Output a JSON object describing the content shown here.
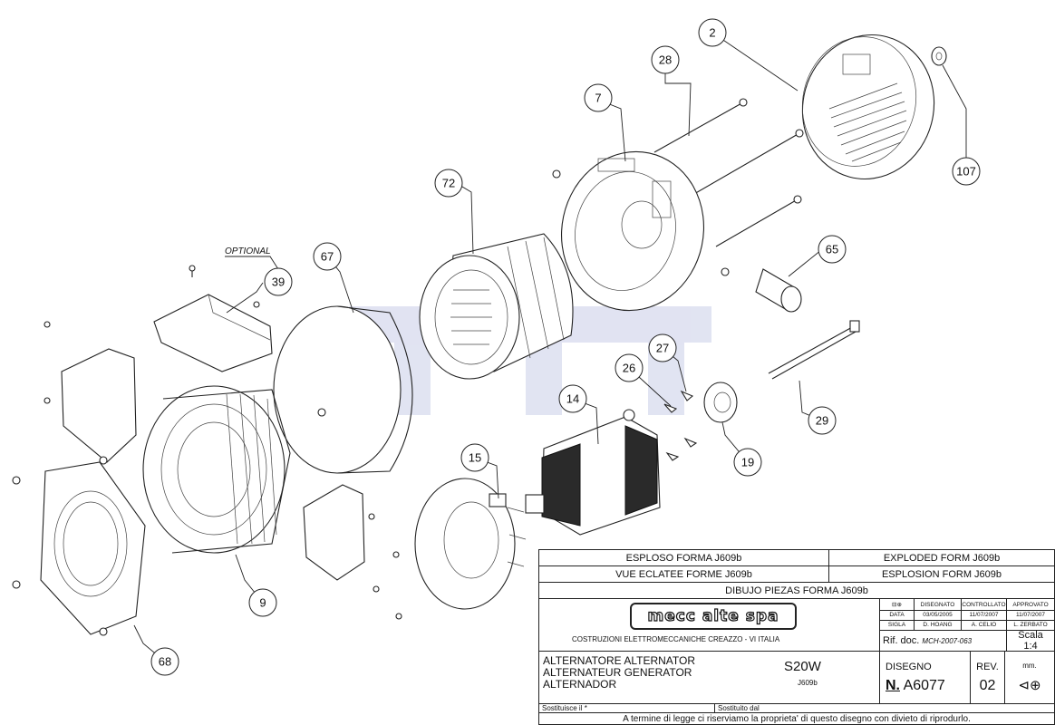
{
  "callouts": [
    "2",
    "28",
    "7",
    "107",
    "72",
    "65",
    "67",
    "39",
    "27",
    "26",
    "14",
    "15",
    "19",
    "29",
    "9",
    "68"
  ],
  "optional_label": "OPTIONAL",
  "title_block": {
    "exploded_it": "ESPLOSO FORMA   J609b",
    "exploded_en": "EXPLODED FORM   J609b",
    "exploded_fr": "VUE ECLATEE FORME   J609b",
    "exploded_fr2": "ESPLOSION FORM   J609b",
    "exploded_es": "DIBUJO PIEZAS FORMA     J609b",
    "logo": "mecc alte spa",
    "company": "COSTRUZIONI ELETTROMECCANICHE     CREAZZO - VI     ITALIA",
    "hdr_symbol": "⊟⊕",
    "hdr_drawn": "DISEGNATO",
    "hdr_checked": "CONTROLLATO",
    "hdr_approved": "APPROVATO",
    "data_label": "DATA",
    "date_drawn": "03/05/2005",
    "date_checked": "11/07/2007",
    "date_approved": "11/07/2007",
    "sigla_label": "SIGLA",
    "sig_drawn": "D. HOANG",
    "sig_checked": "A. CELIO",
    "sig_approved": "L. ZERBATO",
    "desc_line1": "ALTERNATORE ALTERNATOR",
    "desc_line2": "ALTERNATEUR GENERATOR",
    "desc_line3": "ALTERNADOR",
    "model": "S20W",
    "model_sub": "J609b",
    "rif_label": "Rif. doc.",
    "rif_value": "MCH-2007-063",
    "scala_label": "Scala",
    "scala_value": "1:4",
    "disegno_label": "DISEGNO",
    "rev_label": "REV.",
    "mm_label": "mm.",
    "number_prefix": "N.",
    "number": "A6077",
    "rev": "02",
    "replaces": "Sostituisce il",
    "replaces_mark": "*",
    "replaced_by": "Sostituito dal",
    "legal": "A termine di legge ci riserviamo la proprieta' di questo disegno con divieto di riprodurlo."
  }
}
